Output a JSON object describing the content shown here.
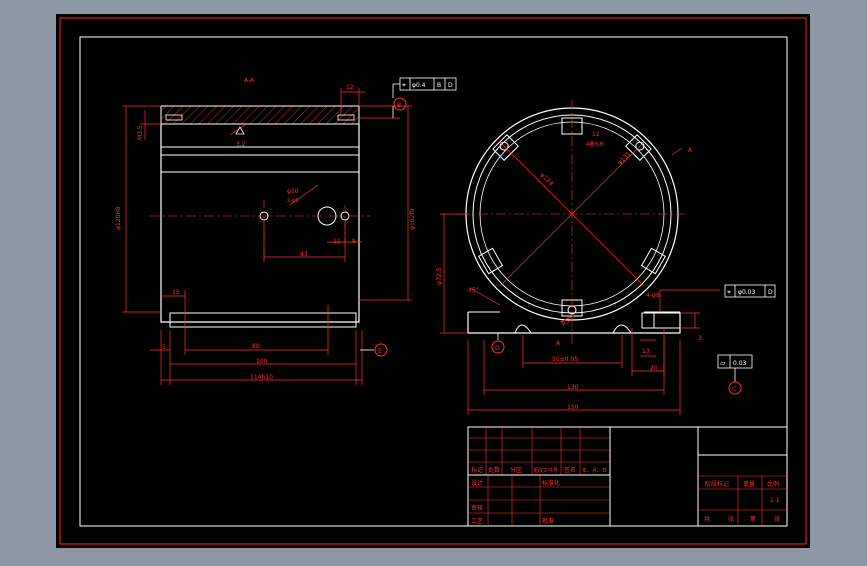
{
  "colors": {
    "background": "#8c96a4",
    "sheet": "#000000",
    "frame": "#ff2020",
    "outline": "#ffffff",
    "dimension": "#ff3030",
    "hatch": "#c83232",
    "centerline": "#ff3030"
  },
  "section_label": "A-A",
  "left_view": {
    "dim_top_hole_spacing": "12",
    "dim_thread": "M3.5",
    "dim_left_height": "φ120H8",
    "dim_right_height": "φ102f9",
    "dim_hole": "φ10",
    "dim_hole_note": "2-φ6",
    "dim_offset": "11",
    "dim_small_right": "9",
    "dim_hole_distance": "43",
    "dim_step_15": "15",
    "dim_5": "5",
    "dim_slot": "80",
    "dim_inner_width": "100",
    "dim_overall_width": "114h10",
    "dim_roughness": "3.2"
  },
  "right_view": {
    "dim_slot_width": "12",
    "note_slot": "4槽均布",
    "dim_inner_dia": "φ124",
    "dim_outer_dia": "φ131",
    "dim_height": "φ72.5",
    "dim_angle": "45°",
    "dim_bore": "φ8",
    "dim_center": "R5",
    "dim_base_holes": "50±0.05",
    "dim_inner_span": "130",
    "dim_overall": "150",
    "dim_right_13": "13",
    "dim_right_20": "20",
    "dim_right_3": "3",
    "dim_pin": "4-φ8",
    "label_a": "A",
    "label_a2": "A"
  },
  "datums": {
    "datum_b_top": "B",
    "datum_d": "D",
    "datum_e": "E",
    "datum_c": "C"
  },
  "tolerance_frames": {
    "top": {
      "symbol": "⌖",
      "value": "φ0.4",
      "refs": [
        "B",
        "D"
      ]
    },
    "mid": {
      "symbol": "⌖",
      "value": "φ0.03",
      "refs": [
        "D"
      ]
    },
    "flat": {
      "symbol": "▱",
      "value": "0.03"
    }
  },
  "title_block": {
    "header_labels": [
      "标记",
      "处数",
      "分区",
      "更改文件号",
      "签名",
      "年、月、日"
    ],
    "row_design": "设计",
    "row_standard": "标准化",
    "row_review": "审核",
    "row_process": "工艺",
    "row_approve": "批准",
    "part_label": "阶段标记",
    "weight_label": "重量",
    "scale_label": "比例",
    "scale_value": "1:1",
    "sheets": [
      "共",
      "张",
      "第",
      "张"
    ]
  }
}
